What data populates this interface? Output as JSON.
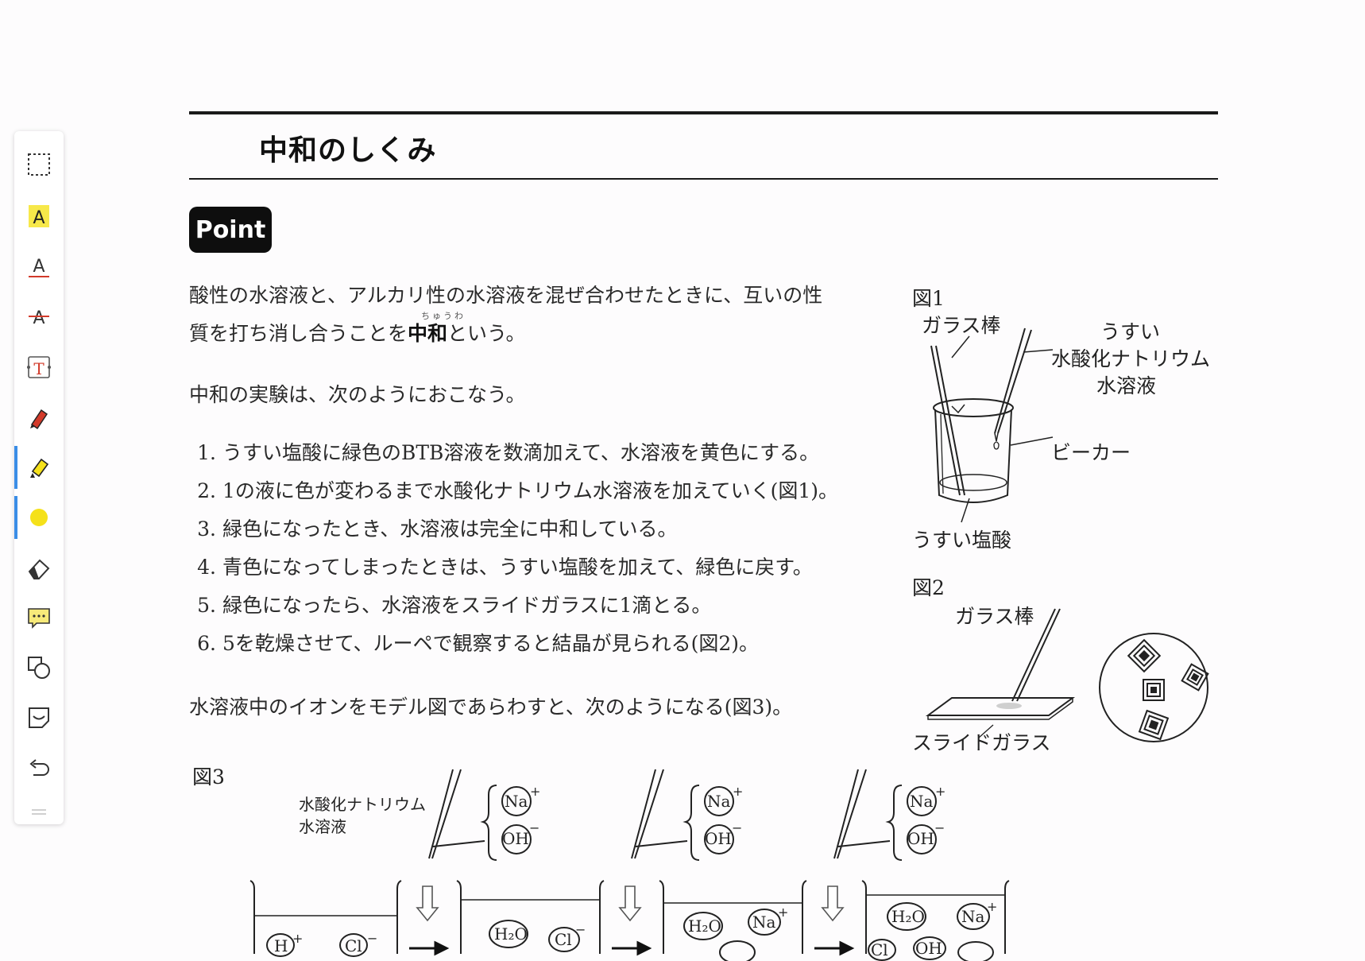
{
  "toolbar": {
    "tools": [
      {
        "name": "select-area-tool",
        "icon": "dashed-rectangle-icon"
      },
      {
        "name": "text-highlight-tool",
        "icon": "highlight-a-icon"
      },
      {
        "name": "underline-tool",
        "icon": "underline-a-icon"
      },
      {
        "name": "strikethrough-tool",
        "icon": "strikethrough-a-icon"
      },
      {
        "name": "text-box-tool",
        "icon": "text-box-icon"
      },
      {
        "name": "pen-tool",
        "icon": "pen-icon"
      },
      {
        "name": "highlighter-tool",
        "icon": "highlighter-icon",
        "active": true
      },
      {
        "name": "color-picker",
        "icon": "yellow-dot-icon",
        "color": "#f5e11a",
        "active": true
      },
      {
        "name": "eraser-tool",
        "icon": "eraser-icon"
      },
      {
        "name": "comment-tool",
        "icon": "comment-icon"
      },
      {
        "name": "shape-tool",
        "icon": "shapes-icon"
      },
      {
        "name": "sticker-tool",
        "icon": "sticker-icon"
      },
      {
        "name": "undo-button",
        "icon": "undo-icon"
      }
    ],
    "accent_color": "#3a8ee6"
  },
  "page": {
    "title": "中和のしくみ",
    "point_label": "Point",
    "intro_line1": "酸性の水溶液と、アルカリ性の水溶液を混ぜ合わせたときに、互いの性",
    "intro_line2_before": "質を打ち消し合うことを",
    "intro_keyword": "中和",
    "intro_keyword_ruby": "ちゅうわ",
    "intro_line2_after": "という。",
    "experiment_lead": "中和の実験は、次のようにおこなう。",
    "steps": [
      {
        "num": "1.",
        "text": "うすい塩酸に緑色のBTB溶液を数滴加えて、水溶液を黄色にする。"
      },
      {
        "num": "2.",
        "text": "1の液に色が変わるまで水酸化ナトリウム水溶液を加えていく(図1)。"
      },
      {
        "num": "3.",
        "text": "緑色になったとき、水溶液は完全に中和している。"
      },
      {
        "num": "4.",
        "text": "青色になってしまったときは、うすい塩酸を加えて、緑色に戻す。"
      },
      {
        "num": "5.",
        "text": "緑色になったら、水溶液をスライドガラスに1滴とる。"
      },
      {
        "num": "6.",
        "text": "5を乾燥させて、ルーペで観察すると結晶が見られる(図2)。"
      }
    ],
    "model_lead": "水溶液中のイオンをモデル図であらわすと、次のようになる(図3)。"
  },
  "fig1": {
    "label": "図1",
    "glass_rod": "ガラス棒",
    "naoh_line1": "うすい",
    "naoh_line2": "水酸化ナトリウム",
    "naoh_line3": "水溶液",
    "beaker": "ビーカー",
    "hcl": "うすい塩酸"
  },
  "fig2": {
    "label": "図2",
    "glass_rod": "ガラス棒",
    "slide_glass": "スライドガラス"
  },
  "fig3": {
    "label": "図3",
    "naoh_line1": "水酸化ナトリウム",
    "naoh_line2": "水溶液",
    "ions": {
      "na": "Na",
      "oh": "OH",
      "h": "H",
      "cl": "Cl",
      "h2o": "H₂O",
      "plus": "+",
      "minus": "−"
    }
  }
}
